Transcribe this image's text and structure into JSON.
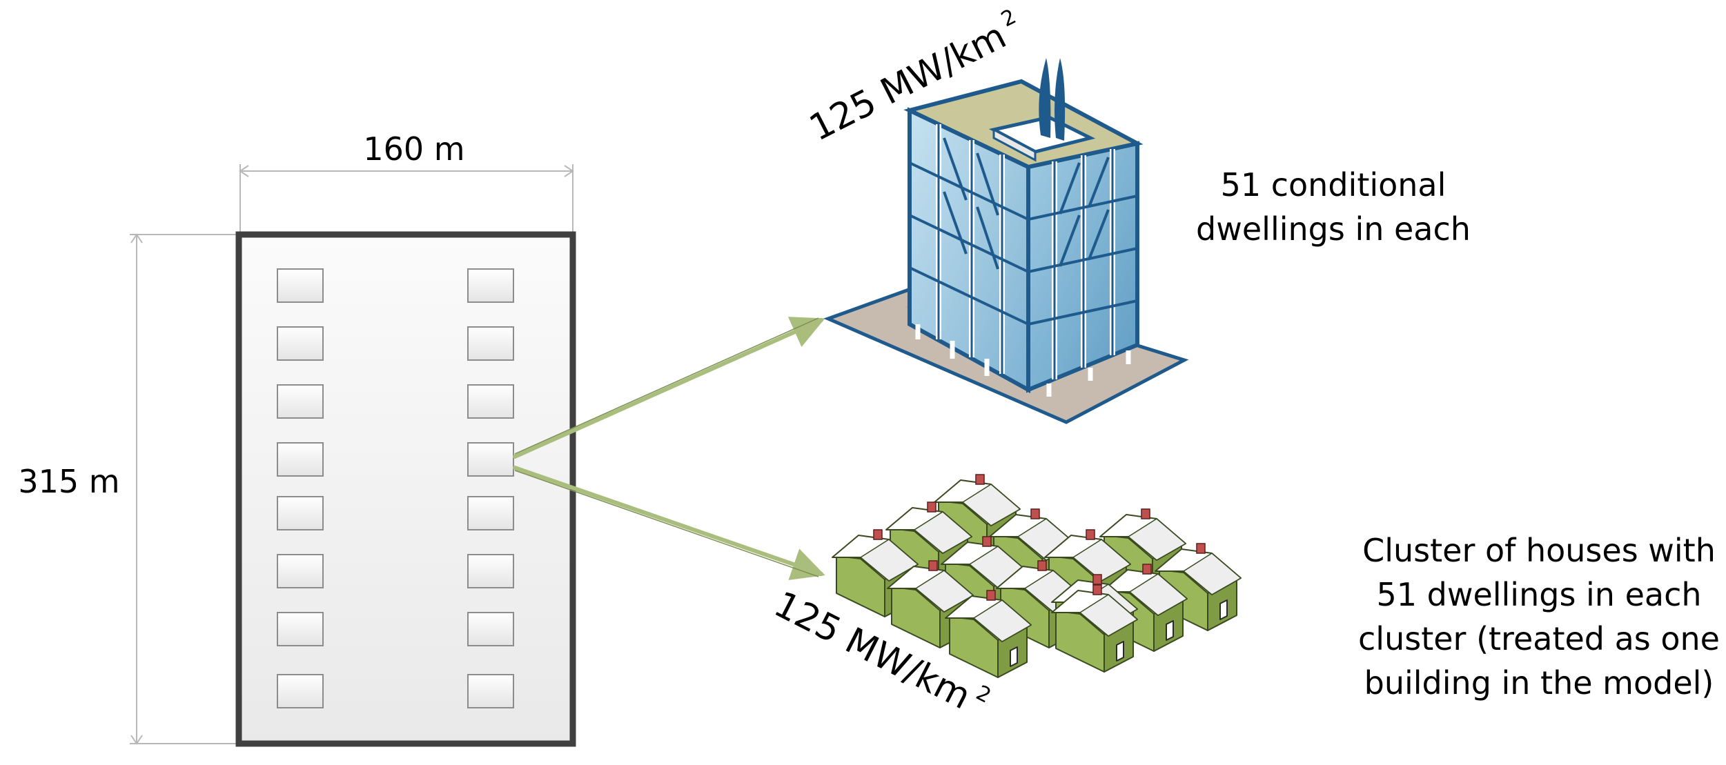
{
  "dimensions": {
    "width_label": "160 m",
    "height_label": "315 m"
  },
  "apartment": {
    "density_label": "125 MW/km",
    "density_superscript": "2",
    "description_line1": "51 conditional",
    "description_line2": "dwellings in each"
  },
  "houses": {
    "density_label": "125 MW/km",
    "density_superscript": "2",
    "description_line1": "Cluster of houses with",
    "description_line2": "51 dwellings in each",
    "description_line3": "cluster (treated as one",
    "description_line4": "building in the model)"
  },
  "colors": {
    "block_border": "#404040",
    "plot_fill": "#eeeeee",
    "arrow": "#a9be7c",
    "glass": "#8fc1dc",
    "frame": "#1f5a8c",
    "roof_top": "#cac89a",
    "house_wall": "#9ab85a",
    "house_roof": "#ffffff",
    "chimney": "#c0504d"
  }
}
